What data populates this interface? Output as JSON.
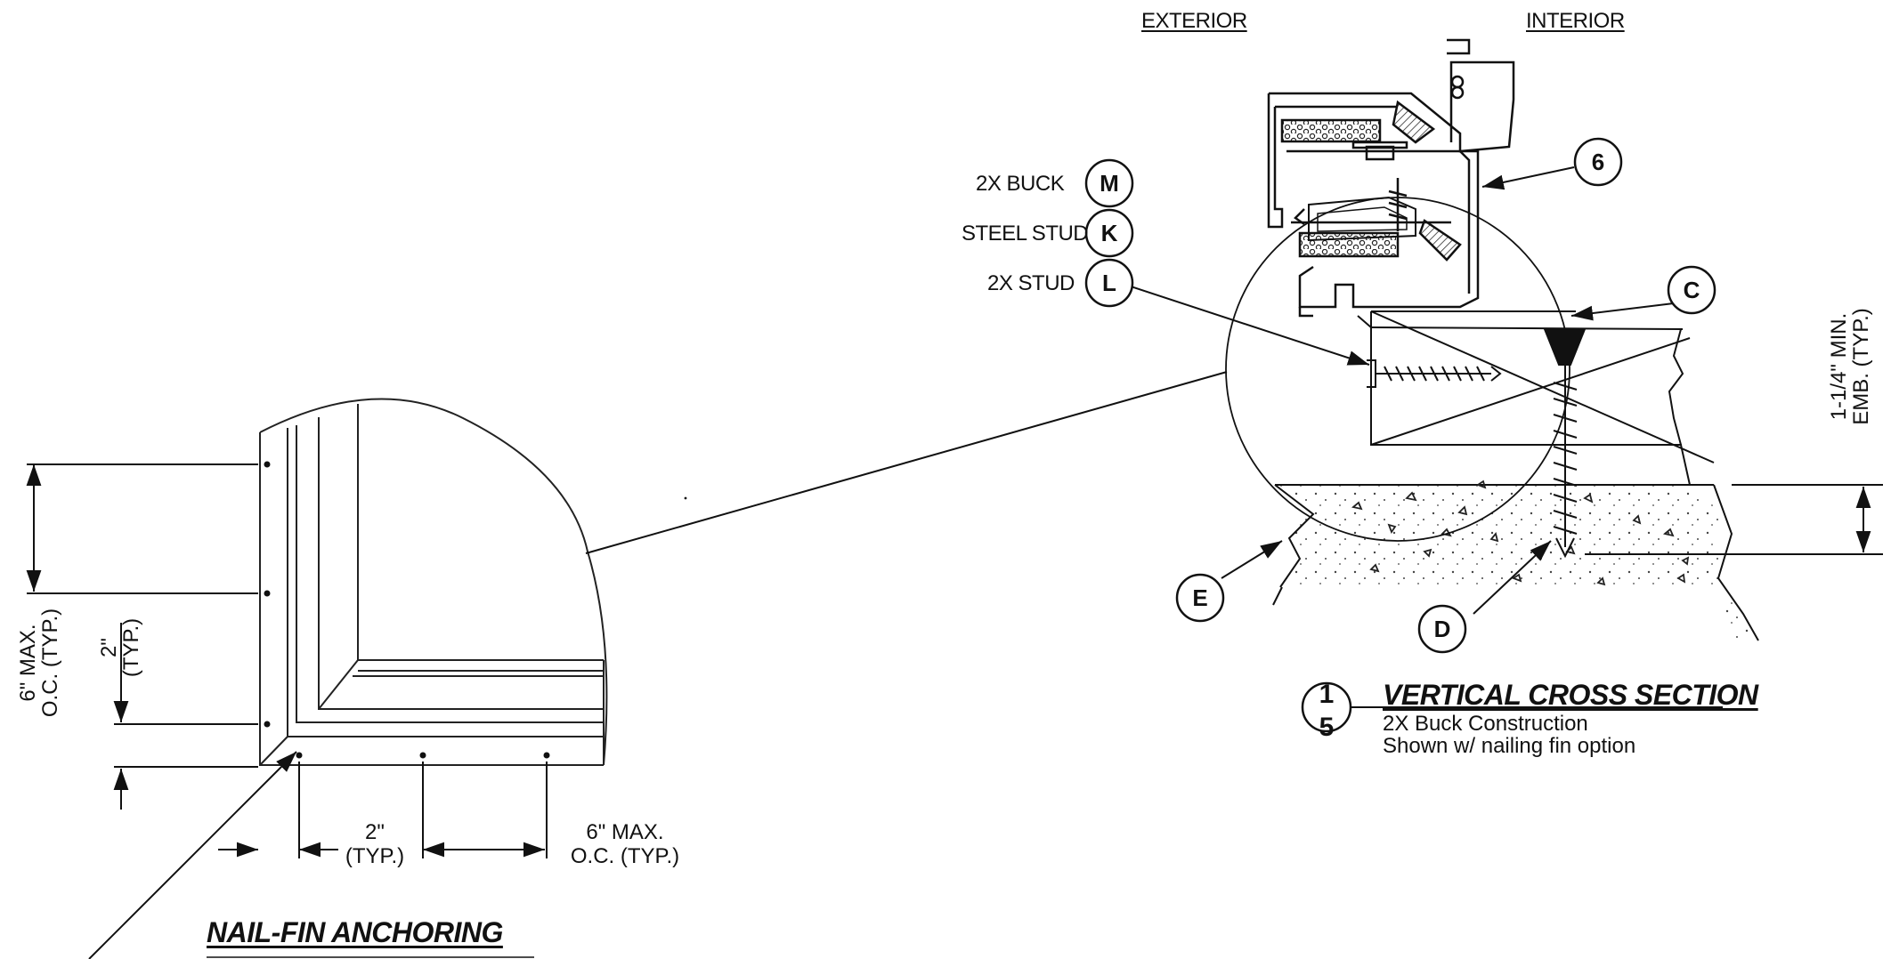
{
  "headings": {
    "exterior": "EXTERIOR",
    "interior": "INTERIOR"
  },
  "materials": [
    {
      "label": "2X BUCK",
      "tag": "M"
    },
    {
      "label": "STEEL STUD",
      "tag": "K"
    },
    {
      "label": "2X STUD",
      "tag": "L"
    }
  ],
  "callouts": {
    "frame": "6",
    "shim": "C",
    "concrete": "E",
    "screw": "D"
  },
  "embedment": {
    "line1": "1-1/4\" MIN.",
    "line2": "EMB. (TYP.)"
  },
  "section": {
    "detail_number": "1",
    "sheet_number": "5",
    "title": "VERTICAL CROSS SECTION",
    "subtitle_line1": "2X Buck Construction",
    "subtitle_line2": "Shown w/ nailing fin option"
  },
  "nail_fin": {
    "title": "NAIL-FIN ANCHORING",
    "vertical_spacing": {
      "line1": "6\" MAX.",
      "line2": "O.C. (TYP.)"
    },
    "vertical_edge": {
      "line1": "2\"",
      "line2": "(TYP.)"
    },
    "horizontal_edge": {
      "line1": "2\"",
      "line2": "(TYP.)"
    },
    "horizontal_spacing": {
      "line1": "6\" MAX.",
      "line2": "O.C. (TYP.)"
    }
  }
}
